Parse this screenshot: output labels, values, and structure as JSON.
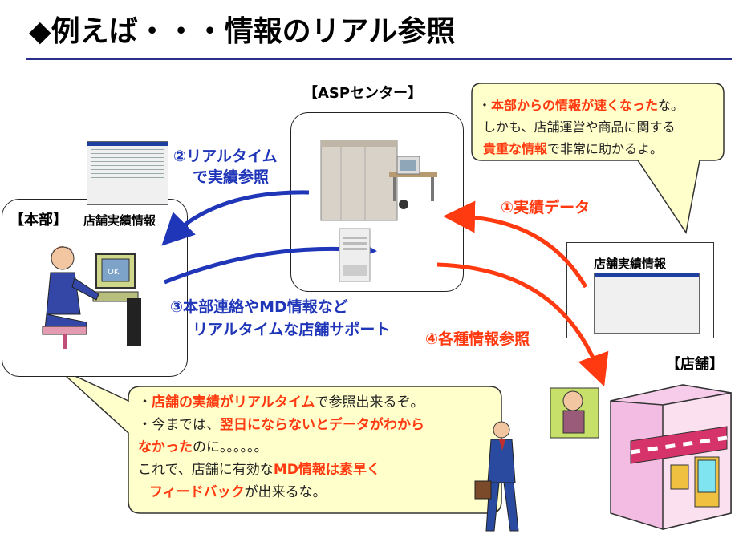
{
  "title": "◆例えば・・・情報のリアル参照",
  "asp_center": {
    "label": "【ASPセンター】"
  },
  "honbu": {
    "label": "【本部】",
    "sheet_label": "店舗実績情報"
  },
  "tenpo": {
    "label": "【店舗】",
    "sheet_label": "店舗実績情報"
  },
  "arrows": {
    "a1": "①実績データ",
    "a2_line1": "②リアルタイム",
    "a2_line2": "で実績参照",
    "a3_line1": "③本部連絡やMD情報など",
    "a3_line2": "リアルタイムな店舗サポート",
    "a4": "④各種情報参照"
  },
  "bubble_top": {
    "l1_prefix": "・",
    "l1_hl": "本部からの情報が速くなった",
    "l1_rest": "な。",
    "l2": "しかも、店舗運営や商品に関する",
    "l3_hl": "貴重な情報",
    "l3_rest": "で非常に助かるよ。"
  },
  "bubble_bottom": {
    "l1_prefix": "・",
    "l1_hl": "店舗の実績がリアルタイム",
    "l1_rest": "で参照出来るぞ。",
    "l2_prefix": "・今までは、",
    "l2_hl": "翌日にならないとデータがわから",
    "l3_hl": "なかった",
    "l3_rest": "のに。。。。。。",
    "l4_prefix": "これで、店舗に有効な",
    "l4_hl": "MD情報は素早く",
    "l5_hl": "フィードバック",
    "l5_rest": "が出来るな。"
  },
  "colors": {
    "accent_blue": "#1f36b8",
    "accent_red": "#ff3a10",
    "bubble_fill": "#ffffcc",
    "rule": "#2b2f8c"
  }
}
